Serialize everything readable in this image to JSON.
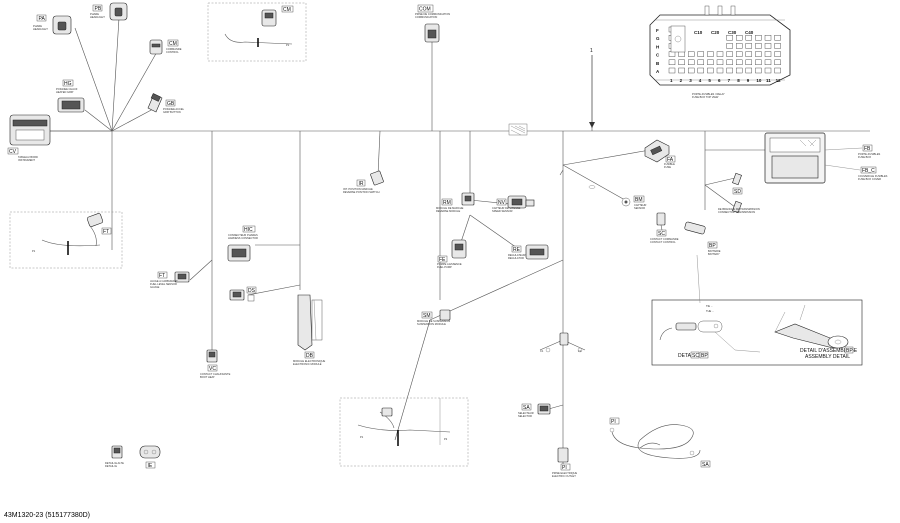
{
  "footer": "43M1320-23 (515177380D)",
  "labels": {
    "PA": "PA",
    "PB": "PB",
    "CM": "CM",
    "COM": "COM",
    "CM2": "CM",
    "HG": "HG",
    "GB": "GB",
    "CV": "CV",
    "FT": "FT",
    "FT2": "FT",
    "HIC": "HIC",
    "DS": "DS",
    "DB": "DB",
    "VC": "VC",
    "IR": "IR",
    "RM": "RM",
    "NV": "NV",
    "FE": "FE",
    "RE": "RE",
    "SM": "SM",
    "SA": "SA",
    "PI": "PI",
    "PI2": "PI",
    "SA2": "SA",
    "IE": "IE",
    "FA": "FA",
    "BM": "BM",
    "SC": "SC",
    "BP": "BP",
    "SD": "SD",
    "FB": "FB",
    "FBC": "FB_C",
    "ONE": "1",
    "detail_sc": "DETAIL",
    "SC2": "SC",
    "BP2": "BP",
    "detail_assy": "DETAIL D'ASSEMBLAGE",
    "detail_assy2": "ASSEMBLY DETAIL",
    "BP3": "BP"
  },
  "fuse_box": {
    "rows": [
      "F",
      "G",
      "H",
      "C",
      "B",
      "A"
    ],
    "cols": [
      "1",
      "2",
      "3",
      "4",
      "5",
      "6",
      "7",
      "8",
      "9",
      "10",
      "11",
      "12"
    ],
    "relays": [
      "C10",
      "C20",
      "C30",
      "C40"
    ]
  }
}
